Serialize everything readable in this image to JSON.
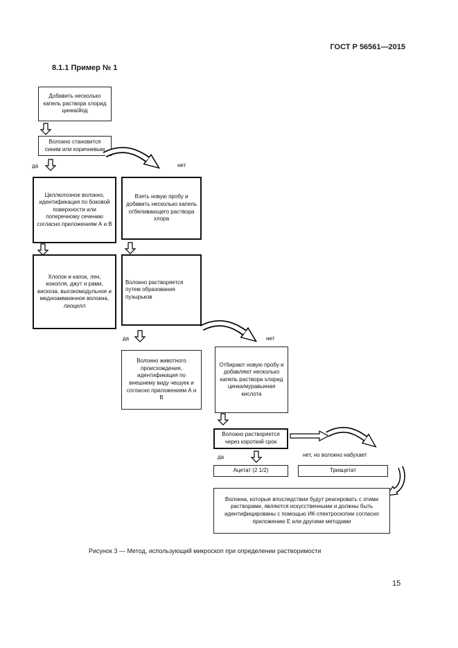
{
  "doc": {
    "header": "ГОСТ Р 56561—2015",
    "section_heading": "8.1.1 Пример № 1",
    "figure_caption": "Рисунок 3 — Метод, использующий микроскоп при определении растворимости",
    "page_number": "15"
  },
  "flowchart": {
    "boxes": {
      "add_zinc_iodine": "Добавить несколько капель раствора хлорид цинка/йод",
      "turns_blue_brown": "Волокно становится синим или коричневым",
      "cellulose_id": "Целлюлозное волокно, идентификация по боковой поверхности или поперечному сечению согласно приложениям А и В",
      "new_sample_bleach": "Взять новую пробу и добавить несколько капель отбеливающего раствора хлора",
      "cotton_list": "Хлопок и капок, лен, конопля, джут и рами, вискоза, высокомодульное и медноаммиачное волокна, лиоцелл",
      "dissolves_bubbles": "Волокно растворяется путем образования пузырьков",
      "animal_id": "Волокно животного происхождения, идентификация по внешнему виду чешуек и согласно приложениям А и В",
      "new_sample_formic": "Отбирают новую пробу и добавляют несколько капель раствора хлорид цинка/муравьиная кислота",
      "dissolves_quickly": "Волокно растворяется через короткий срок",
      "acetate": "Ацетат (2 1/2)",
      "triacetate": "Триацетат",
      "ir_spectroscopy": "Волокна, которые впоследствии будут реагировать с этими растворами, являются искусственными и должны быть идентифицированы с помощью ИК-спектроскопии согласно приложению Е или другими методами"
    },
    "branch_labels": {
      "yes_1": "да",
      "no_1": "нет",
      "yes_2": "да",
      "no_2": "нет",
      "yes_3": "да",
      "no_3": "нет, но волокно набухает"
    }
  }
}
